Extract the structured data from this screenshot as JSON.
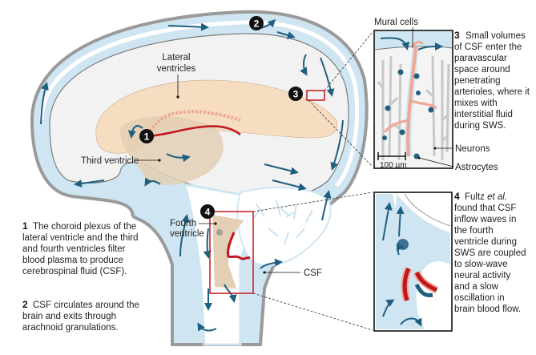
{
  "labels": {
    "lateral_ventricles": [
      "Lateral",
      "ventricles"
    ],
    "third_ventricle": "Third ventricle",
    "fourth_ventricle": [
      "Fourth",
      "ventricle"
    ],
    "csf": "CSF",
    "mural_cells": "Mural cells",
    "neurons": "Neurons",
    "astrocytes": "Astrocytes",
    "scale_bar": "100 µm"
  },
  "badges": [
    "1",
    "2",
    "3",
    "4"
  ],
  "captions": {
    "c1": {
      "num": "1",
      "lines": [
        "The choroid plexus of the",
        "lateral ventricle and the third",
        "and fourth ventricles filter",
        "blood plasma to produce",
        "cerebrospinal fluid (CSF)."
      ]
    },
    "c2": {
      "num": "2",
      "lines": [
        "CSF circulates around the",
        "brain and exits through",
        "arachnoid granulations."
      ]
    },
    "c3": {
      "num": "3",
      "lines": [
        "Small volumes",
        "of CSF enter the",
        "paravascular",
        "space around",
        "penetrating",
        "arterioles, where it",
        "mixes with",
        "interstitial fluid",
        "during SWS."
      ]
    },
    "c4": {
      "num": "4",
      "first_line_pre": "Fultz ",
      "first_line_italic": "et al.",
      "lines": [
        "found that CSF",
        "inflow waves in",
        "the fourth",
        "ventricle during",
        "SWS are coupled",
        "to slow-wave",
        "neural activity",
        "and a slow",
        "oscillation in",
        "brain blood flow."
      ]
    }
  },
  "colors": {
    "csf": "#cfe6f2",
    "arrow": "#1f5f80",
    "brain": "#f2f2f2",
    "ventricle": "#f6dcc0",
    "ventricle_dark": "#e3cfb5",
    "blood": "#c0161e",
    "mural": "#f1a691",
    "skull": "#9a9a9a",
    "highlight_box": "#c8262c",
    "badge": "#111111"
  }
}
